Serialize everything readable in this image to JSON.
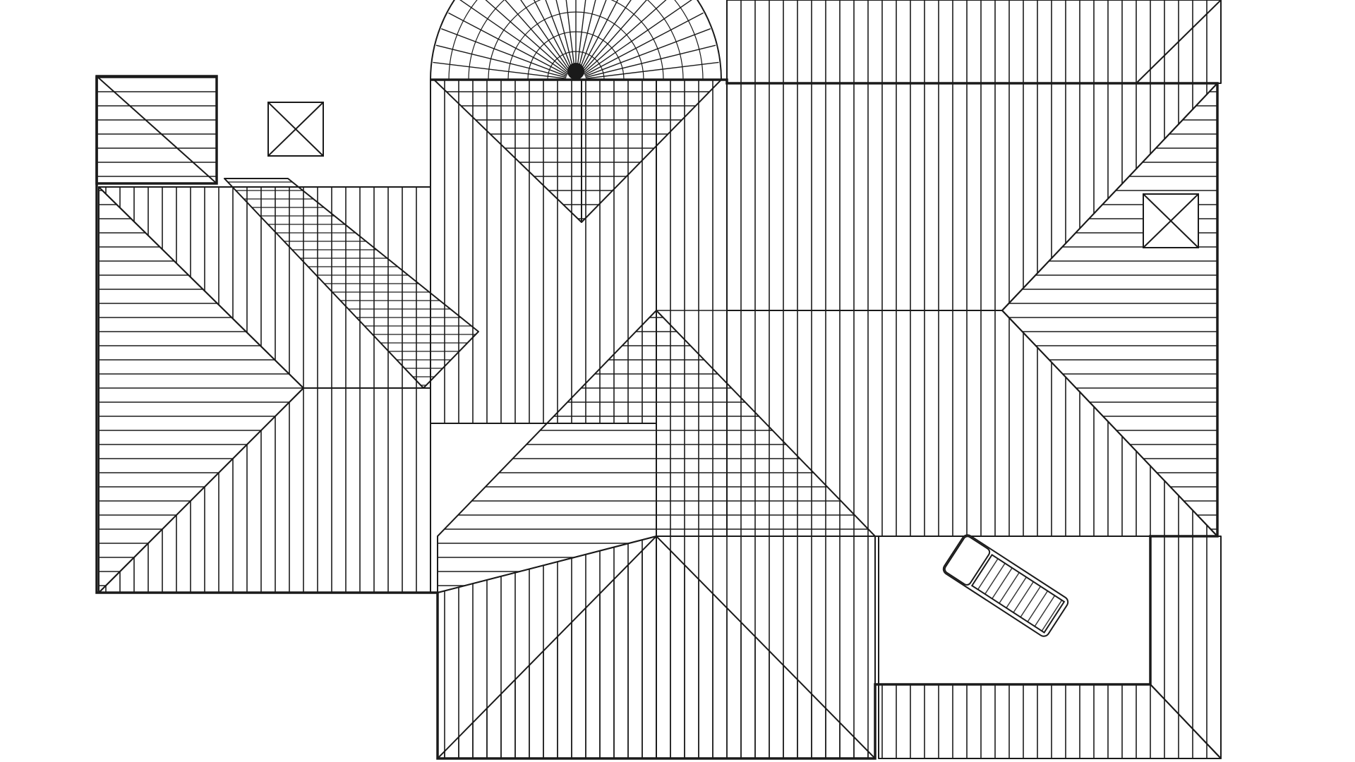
{
  "drawing": {
    "kind": "roof-plan",
    "background_color": "#ffffff",
    "line_color": "#1a1a1a",
    "has_text_labels": false
  },
  "elements": {
    "half_round_turret": "semicircular-radial",
    "skylights": 2,
    "sun_lounger": 1,
    "deck": "flat"
  }
}
